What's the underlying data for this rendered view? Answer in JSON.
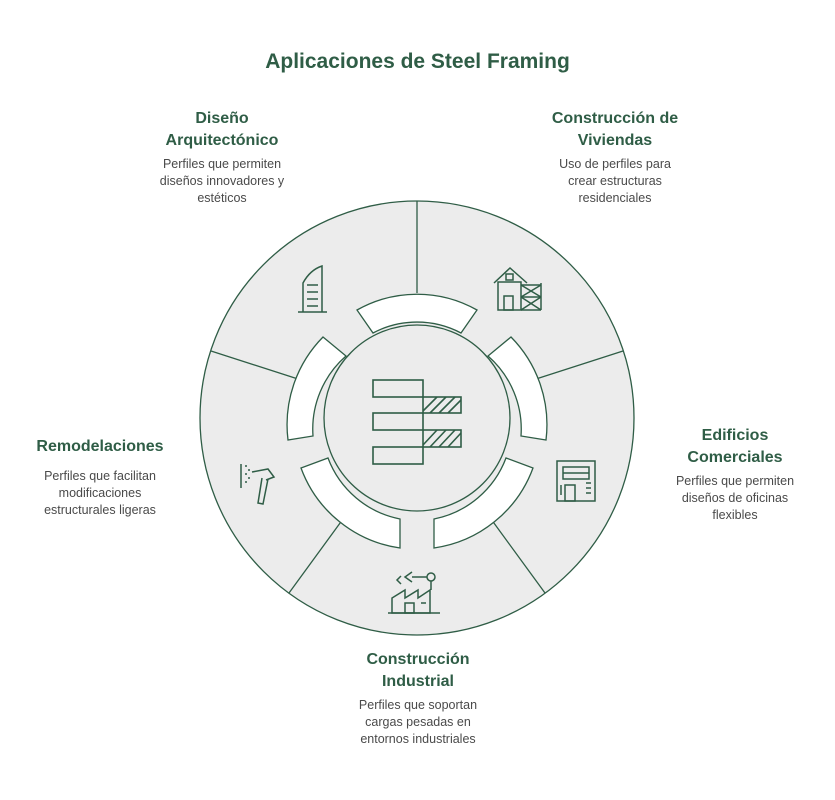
{
  "title": "Aplicaciones de Steel Framing",
  "colors": {
    "accent": "#2f5d46",
    "segment_fill": "#ececec",
    "stroke": "#2f5d46"
  },
  "segments": [
    {
      "title_line1": "Diseño",
      "title_line2": "Arquitectónico",
      "desc_line1": "Perfiles que permiten",
      "desc_line2": "diseños innovadores y",
      "desc_line3": "estéticos",
      "icon": "skyscraper-icon"
    },
    {
      "title_line1": "Construcción de",
      "title_line2": "Viviendas",
      "desc_line1": "Uso de perfiles para",
      "desc_line2": "crear estructuras",
      "desc_line3": "residenciales",
      "icon": "house-construction-icon"
    },
    {
      "title_line1": "Edificios",
      "title_line2": "Comerciales",
      "desc_line1": "Perfiles que permiten",
      "desc_line2": "diseños de oficinas",
      "desc_line3": "flexibles",
      "icon": "office-building-icon"
    },
    {
      "title_line1": "Construcción",
      "title_line2": "Industrial",
      "desc_line1": "Perfiles que soportan",
      "desc_line2": "cargas pesadas en",
      "desc_line3": "entornos industriales",
      "icon": "factory-icon"
    },
    {
      "title_line1": "Remodelaciones",
      "title_line2": "",
      "desc_line1": "Perfiles que facilitan",
      "desc_line2": "modificaciones",
      "desc_line3": "estructurales ligeras",
      "icon": "hammer-icon"
    }
  ],
  "center_icon": "steel-frame-icon"
}
